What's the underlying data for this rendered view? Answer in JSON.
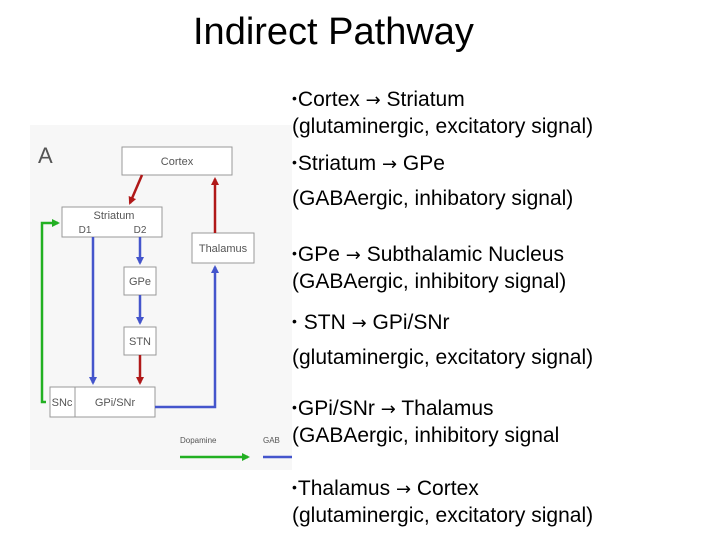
{
  "slide": {
    "title": "Indirect Pathway"
  },
  "diagram": {
    "panel_label": "A",
    "nodes": {
      "cortex": "Cortex",
      "striatum": "Striatum",
      "d1": "D1",
      "d2": "D2",
      "gpe": "GPe",
      "stn": "STN",
      "thalamus": "Thalamus",
      "snc": "SNc",
      "gpi_snr": "GPi/SNr"
    },
    "legend": {
      "dopamine": "Dopamine",
      "gaba": "GAB"
    },
    "colors": {
      "dopamine": "#22b022",
      "gaba": "#4455cc",
      "glutamate": "#b01818",
      "box_border": "#999999"
    }
  },
  "bullets": [
    {
      "from": "Cortex",
      "arrow": "→",
      "to": "Striatum",
      "detail": "(glutaminergic, excitatory signal)"
    },
    {
      "from": "Striatum",
      "arrow": "→",
      "to": "GPe",
      "detail": "(GABAergic, inhibatory signal)"
    },
    {
      "from": "GPe",
      "arrow": "→",
      "to": "Subthalamic Nucleus",
      "detail": "(GABAergic, inhibitory signal)"
    },
    {
      "from": " STN",
      "arrow": "→",
      "to": "GPi/SNr",
      "detail": "(glutaminergic, excitatory signal)"
    },
    {
      "from": "GPi/SNr",
      "arrow": "→",
      "to": "Thalamus",
      "detail": "(GABAergic, inhibitory signal"
    },
    {
      "from": "Thalamus",
      "arrow": "→",
      "to": "Cortex",
      "detail": "(glutaminergic, excitatory signal)"
    }
  ]
}
